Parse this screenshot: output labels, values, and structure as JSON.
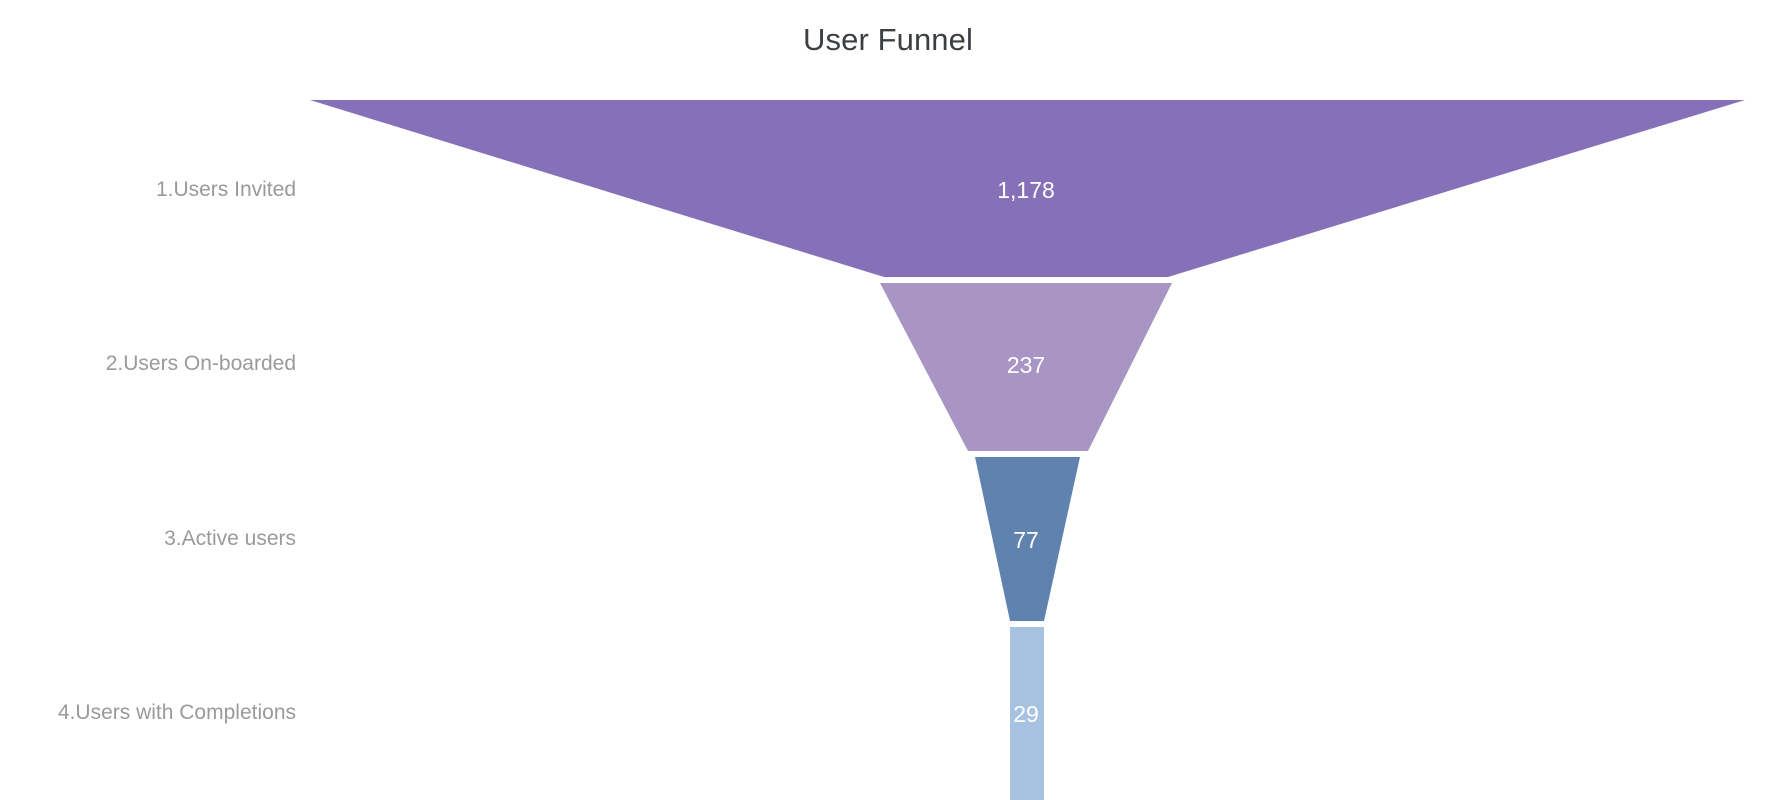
{
  "chart_data": {
    "type": "funnel",
    "title": "User Funnel",
    "xlabel": "",
    "ylabel": "",
    "grid": false,
    "legend": "none",
    "orientation": "vertical",
    "categories": [
      "1.Users Invited",
      "2.Users On-boarded",
      "3.Active users",
      "4.Users with Completions"
    ],
    "values": [
      1178,
      237,
      77,
      29
    ],
    "value_labels": [
      "1,178",
      "237",
      "77",
      "29"
    ],
    "colors": [
      "#8670b8",
      "#a995c4",
      "#5f82ae",
      "#a7c2e0"
    ],
    "stages": [
      {
        "index": 1,
        "label": "1.Users Invited",
        "value": 1178,
        "value_label": "1,178",
        "color": "#8670b8"
      },
      {
        "index": 2,
        "label": "2.Users On-boarded",
        "value": 237,
        "value_label": "237",
        "color": "#a995c4"
      },
      {
        "index": 3,
        "label": "3.Active users",
        "value": 77,
        "value_label": "77",
        "color": "#5f82ae"
      },
      {
        "index": 4,
        "label": "4.Users with Completions",
        "value": 29,
        "value_label": "29",
        "color": "#a7c2e0"
      }
    ]
  },
  "title_color": "#3c4043",
  "label_color": "#9a9a9a",
  "value_color": "#ffffff",
  "background": "#ffffff"
}
